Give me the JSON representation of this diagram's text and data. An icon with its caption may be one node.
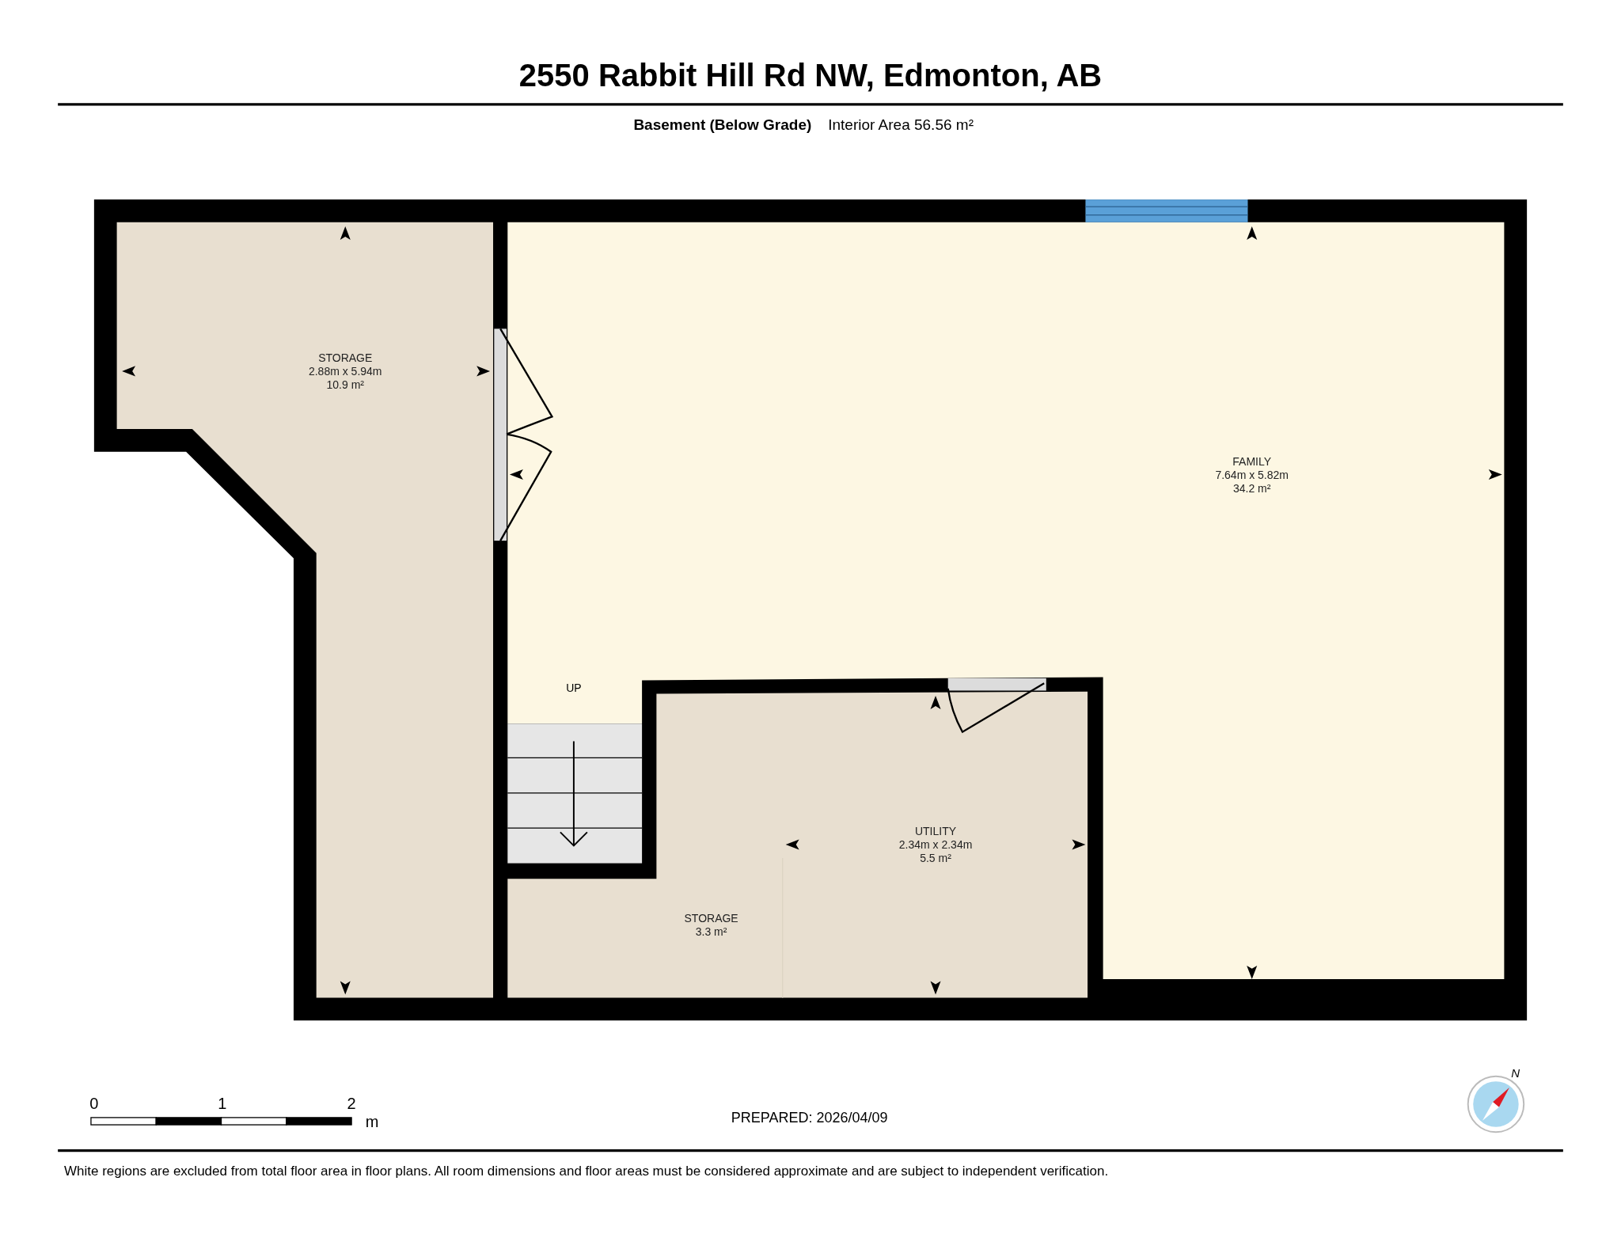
{
  "diagram": {
    "title": "2550 Rabbit Hill Rd NW, Edmonton, AB",
    "nodes": [
      {
        "text": [
          "STORAGE",
          "2.88m x 5.94m",
          "10.9 m²"
        ]
      },
      {
        "text": [
          "FAMILY",
          "7.64m x 5.82m",
          "34.2 m²"
        ]
      },
      {
        "text": [
          "UTILITY",
          "2.34m x 2.34m",
          "5.5 m²"
        ]
      },
      {
        "text": [
          "STORAGE",
          "3.3 m²"
        ]
      }
    ],
    "labels": [
      "Basement (Below Grade)",
      "Interior Area 56.56 m²",
      "UP",
      "0",
      "1",
      "2",
      "m",
      "PREPARED: 2026/04/09",
      "N",
      "White regions are excluded from total floor area in floor plans. All room dimensions and floor areas must be considered approximate and are subject to independent verification."
    ]
  }
}
